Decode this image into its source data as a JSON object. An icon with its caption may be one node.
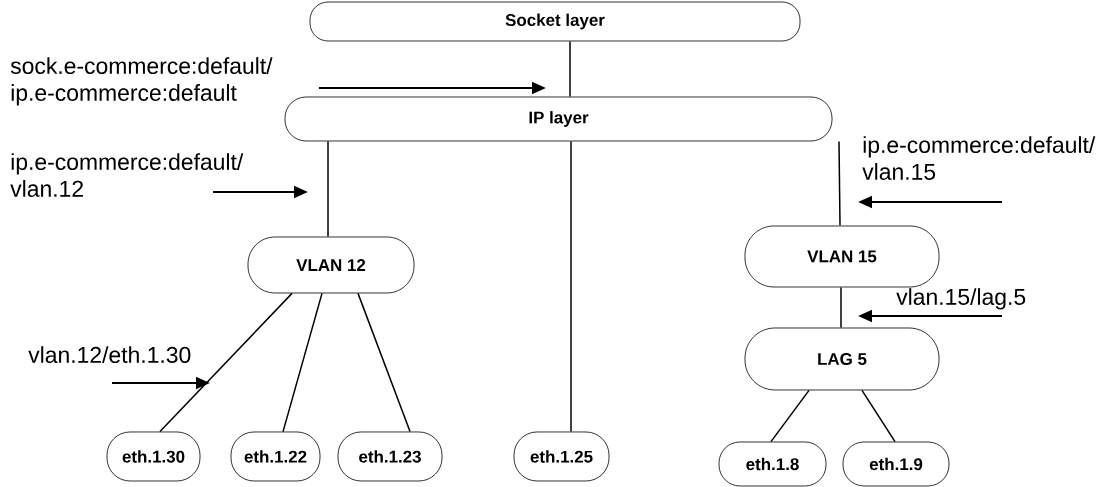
{
  "diagram": {
    "nodes": [
      {
        "text": [
          "Socket layer"
        ]
      },
      {
        "text": [
          "IP layer"
        ]
      },
      {
        "text": [
          "VLAN 12"
        ]
      },
      {
        "text": [
          "VLAN 15"
        ]
      },
      {
        "text": [
          "LAG 5"
        ]
      },
      {
        "text": [
          "eth.1.30"
        ]
      },
      {
        "text": [
          "eth.1.22"
        ]
      },
      {
        "text": [
          "eth.1.23"
        ]
      },
      {
        "text": [
          "eth.1.25"
        ]
      },
      {
        "text": [
          "eth.1.8"
        ]
      },
      {
        "text": [
          "eth.1.9"
        ]
      }
    ],
    "edges": [
      {
        "from": 0,
        "to": 1,
        "arrow": "none"
      },
      {
        "from": 1,
        "to": 2,
        "arrow": "none"
      },
      {
        "from": 1,
        "to": 8,
        "arrow": "none"
      },
      {
        "from": 1,
        "to": 3,
        "arrow": "none"
      },
      {
        "from": 3,
        "to": 4,
        "arrow": "none"
      },
      {
        "from": 2,
        "to": 5,
        "arrow": "none"
      },
      {
        "from": 2,
        "to": 6,
        "arrow": "none"
      },
      {
        "from": 2,
        "to": 7,
        "arrow": "none"
      },
      {
        "from": 4,
        "to": 9,
        "arrow": "none"
      },
      {
        "from": 4,
        "to": 10,
        "arrow": "none"
      }
    ],
    "labels": [
      "sock.e-commerce:default/ ip.e-commerce:default",
      "ip.e-commerce:default/ vlan.12",
      "ip.e-commerce:default/ vlan.15",
      "vlan.15/lag.5",
      "vlan.12/eth.1.30"
    ]
  }
}
